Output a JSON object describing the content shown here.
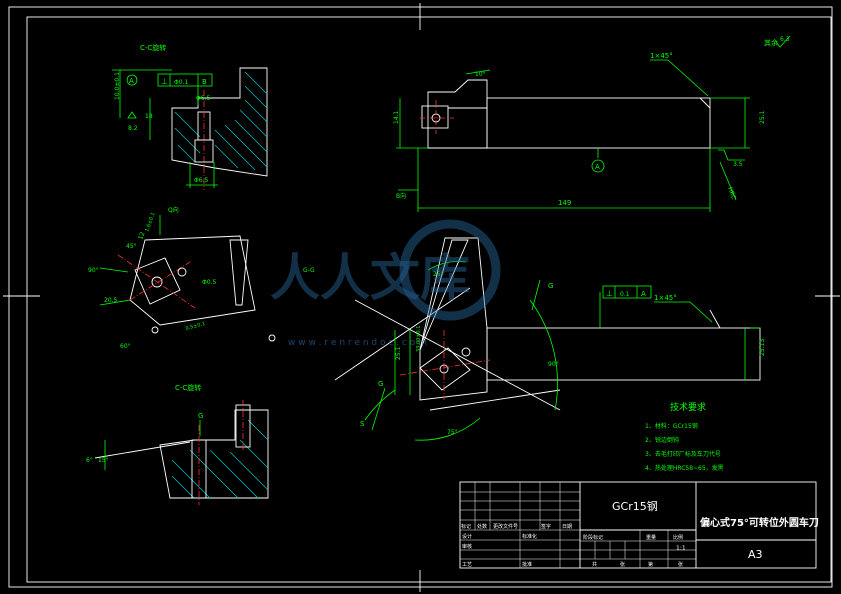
{
  "colors": {
    "background": "#000000",
    "outline": "#ffffff",
    "dimension": "#00ff00",
    "center": "#ff3030",
    "hatch": "#00c8c8",
    "watermark": "#2c6fa8"
  },
  "top_view": {
    "section_label": "C-C旋转",
    "dim_left": "10.0±0.1",
    "ref_a": "A",
    "dim_8": "8.2",
    "dim_18": "18",
    "gdt": [
      "⊥",
      "Φ0.1",
      "B"
    ],
    "dim_width": "Φ6.5",
    "dim_bottom": "Φ6.5"
  },
  "side_view": {
    "chamfer": "1×45°",
    "angle": "10°",
    "roughness_label": "其余",
    "roughness_value": "6.3",
    "height_left": "14.1",
    "height_right": "25.1",
    "datum": "A",
    "dim_3_5": "3.5",
    "hrc": "HRC",
    "length": "149",
    "view_label": "B向"
  },
  "insert_view": {
    "label_q": "Q向",
    "dim_45": "45°",
    "dim_90": "90°",
    "dim_12": "12",
    "dim_20_5": "20.5",
    "dim_gap": "1.6±0.1",
    "note": "Φ0.5",
    "tol": "0.5±0.1",
    "dim_bottom": "60°"
  },
  "cg_view": {
    "section_label": "C-C旋转",
    "g": "G",
    "angle": "6°",
    "angle2": "15°"
  },
  "main_view": {
    "label_gg": "G-G",
    "angle_25": "25°",
    "g_top": "G",
    "g_left": "G",
    "s_left": "S",
    "angle_75": "75°",
    "dim_25": "25.1",
    "dim_38": "33.00±0.1",
    "angle_90": "90°",
    "gdt": [
      "⊥",
      "0.1",
      "A"
    ],
    "chamfer": "1×45°",
    "width": "25.13"
  },
  "watermark": {
    "brand": "人人文库",
    "url": "w w w . r e n r e n d o c . c o m"
  },
  "tech": {
    "title": "技术要求",
    "items": [
      "1、材料：GCr15钢",
      "2、锐边倒钝",
      "3、去毛打印厂标及车刀代号",
      "4、热处理HRC58~65，发黑"
    ]
  },
  "title_block": {
    "material": "GCr15钢",
    "part_name": "偏心式75°可转位外圆车刀",
    "sheet_size": "A3",
    "scale": "1:1",
    "row_labels": [
      "标记",
      "处数",
      "更改文件号",
      "签字",
      "日期"
    ],
    "row2": [
      "设计",
      "标准化"
    ],
    "row3": [
      "审核"
    ],
    "row4": [
      "工艺",
      "批准"
    ],
    "stage": [
      "阶段标记",
      "重量",
      "比例"
    ],
    "sheets": [
      "共",
      "张",
      "第",
      "张"
    ]
  }
}
